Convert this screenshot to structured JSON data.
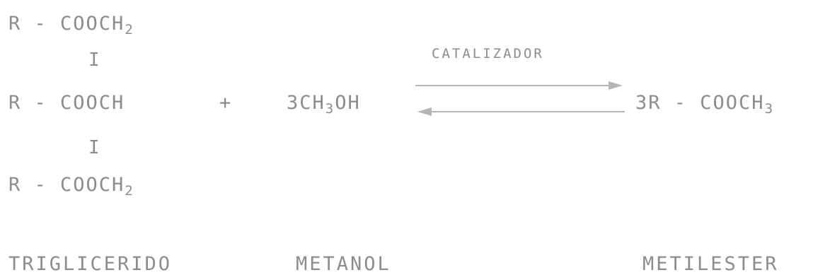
{
  "triglyceride": {
    "row1": {
      "main": "R - COOCH",
      "sub": "2"
    },
    "bond1": "I",
    "row2": {
      "main": "R - COOCH"
    },
    "bond2": "I",
    "row3": {
      "main": "R - COOCH",
      "sub": "2"
    },
    "caption": "TRIGLICERIDO"
  },
  "plus": "+",
  "methanol": {
    "pre": "3CH",
    "sub": "3",
    "post": "OH",
    "caption": "METANOL"
  },
  "reaction": {
    "catalyst": "CATALIZADOR",
    "arrow_color": "#b5b5b5"
  },
  "product": {
    "main": "3R - COOCH",
    "sub": "3",
    "caption": "METILESTER"
  },
  "colors": {
    "text": "#8c8c8c",
    "background": "#ffffff"
  }
}
